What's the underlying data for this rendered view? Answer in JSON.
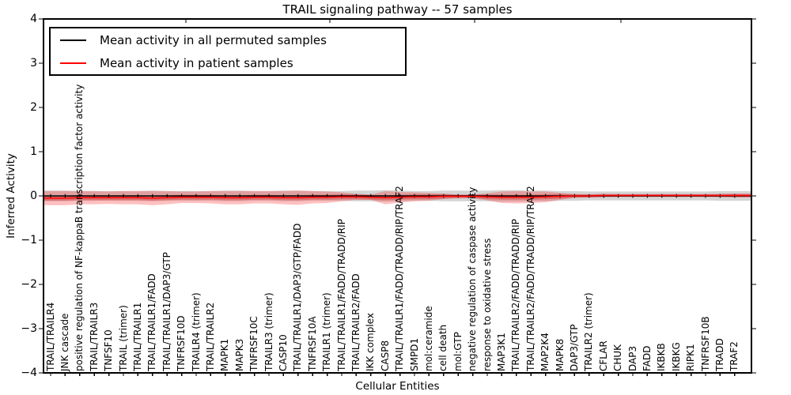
{
  "title": "TRAIL signaling pathway -- 57 samples",
  "chart_data": {
    "type": "line",
    "title": "TRAIL signaling pathway -- 57 samples",
    "xlabel": "Cellular Entities",
    "ylabel": "Inferred Activity",
    "ylim": [
      -4,
      4
    ],
    "yticks": [
      4,
      3,
      2,
      1,
      0,
      -1,
      -2,
      -3,
      -4
    ],
    "grid": false,
    "legend_position": "upper left",
    "categories": [
      "TRAIL/TRAILR4",
      "JNK cascade",
      "positive regulation of NF-kappaB transcription factor activity",
      "TRAIL/TRAILR3",
      "TNFSF10",
      "TRAIL (trimer)",
      "TRAIL/TRAILR1",
      "TRAIL/TRAILR1/FADD",
      "TRAIL/TRAILR1/DAP3/GTP",
      "TNFRSF10D",
      "TRAILR4 (trimer)",
      "TRAIL/TRAILR2",
      "MAPK1",
      "MAPK3",
      "TNFRSF10C",
      "TRAILR3 (trimer)",
      "CASP10",
      "TRAIL/TRAILR1/DAP3/GTP/FADD",
      "TNFRSF10A",
      "TRAILR1 (trimer)",
      "TRAIL/TRAILR1/FADD/TRADD/RIP",
      "TRAIL/TRAILR2/FADD",
      "IKK complex",
      "CASP8",
      "TRAIL/TRAILR1/FADD/TRADD/RIP/TRAF2",
      "SMPD1",
      "mol:ceramide",
      "cell death",
      "mol:GTP",
      "negative regulation of caspase activity",
      "response to oxidative stress",
      "MAP3K1",
      "TRAIL/TRAILR2/FADD/TRADD/RIP",
      "TRAIL/TRAILR2/FADD/TRADD/RIP/TRAF2",
      "MAP2K4",
      "MAPK8",
      "DAP3/GTP",
      "TRAILR2 (trimer)",
      "CFLAR",
      "CHUK",
      "DAP3",
      "FADD",
      "IKBKB",
      "IKBKG",
      "RIPK1",
      "TNFRSF10B",
      "TRADD",
      "TRAF2"
    ],
    "series": [
      {
        "name": "Mean activity in all permuted samples",
        "color": "#000000",
        "band_color": "#b8b8b8",
        "values": [
          0,
          0,
          0,
          0,
          0,
          0,
          0,
          0,
          0,
          0,
          0,
          0,
          0,
          0,
          0,
          0,
          0,
          0,
          0,
          0,
          0,
          0,
          0,
          0,
          0,
          0,
          0,
          0,
          0,
          0,
          0,
          0,
          0,
          0,
          0,
          0,
          0,
          0,
          0,
          0,
          0,
          0,
          0,
          0,
          0,
          0,
          0,
          0
        ],
        "band_half_width": [
          0.12,
          0.12,
          0.11,
          0.11,
          0.11,
          0.11,
          0.11,
          0.12,
          0.11,
          0.11,
          0.11,
          0.11,
          0.12,
          0.12,
          0.11,
          0.11,
          0.12,
          0.12,
          0.11,
          0.11,
          0.11,
          0.12,
          0.12,
          0.13,
          0.12,
          0.11,
          0.11,
          0.12,
          0.12,
          0.12,
          0.12,
          0.13,
          0.13,
          0.12,
          0.12,
          0.11,
          0.11,
          0.1,
          0.1,
          0.1,
          0.1,
          0.1,
          0.1,
          0.1,
          0.1,
          0.1,
          0.11,
          0.11
        ]
      },
      {
        "name": "Mean activity in patient samples",
        "color": "#ff0000",
        "band_color": "#f08080",
        "values": [
          -0.05,
          -0.05,
          -0.04,
          -0.04,
          -0.04,
          -0.04,
          -0.04,
          -0.05,
          -0.04,
          -0.03,
          -0.03,
          -0.03,
          -0.04,
          -0.04,
          -0.03,
          -0.03,
          -0.04,
          -0.04,
          -0.03,
          -0.03,
          -0.02,
          -0.02,
          -0.03,
          -0.04,
          -0.03,
          -0.02,
          -0.02,
          -0.01,
          -0.01,
          -0.01,
          -0.02,
          -0.03,
          -0.03,
          -0.03,
          -0.02,
          -0.01,
          0,
          0,
          0.01,
          0.01,
          0.01,
          0.01,
          0.01,
          0.01,
          0.01,
          0.01,
          0.01,
          0.01
        ],
        "band_half_width": [
          0.16,
          0.16,
          0.15,
          0.15,
          0.14,
          0.15,
          0.15,
          0.16,
          0.15,
          0.13,
          0.13,
          0.14,
          0.15,
          0.15,
          0.14,
          0.14,
          0.15,
          0.16,
          0.14,
          0.13,
          0.1,
          0.07,
          0.06,
          0.15,
          0.12,
          0.1,
          0.09,
          0.06,
          0.04,
          0.04,
          0.08,
          0.13,
          0.14,
          0.13,
          0.12,
          0.08,
          0.04,
          0.035,
          0.035,
          0.03,
          0.03,
          0.03,
          0.03,
          0.03,
          0.03,
          0.03,
          0.035,
          0.04
        ]
      }
    ]
  }
}
